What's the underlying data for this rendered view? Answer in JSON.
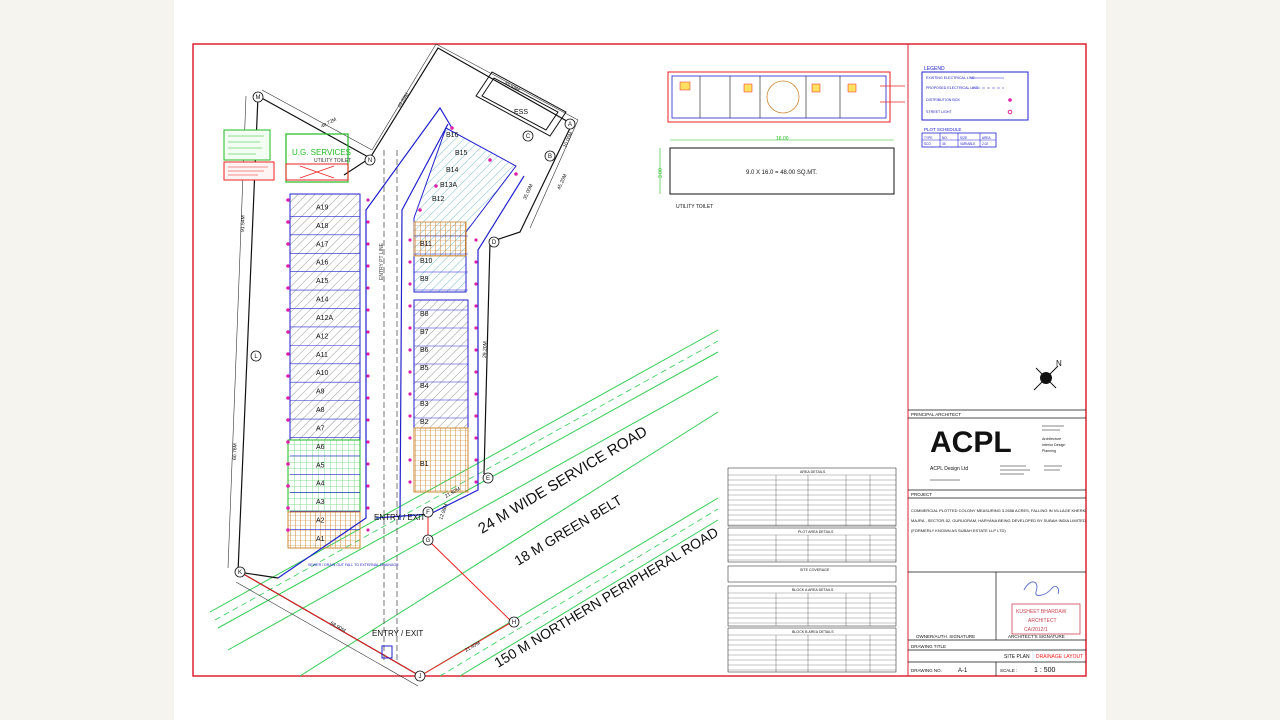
{
  "roads": {
    "service_road": "24  M  WIDE SERVICE ROAD",
    "green_belt": "18 M  GREEN BELT",
    "peripheral_road": "150 M   NORTHERN PERIPHERAL ROAD",
    "entry_exit": "ENTRY / EXIT",
    "entry_exit_2": "ENTRY / EXIT",
    "entry_pt_line": "ENTRY PT LINE",
    "ess": "ESS",
    "ug_services": "U.G. SERVICES",
    "utility_toilet": "UTILITY TOILET",
    "drain_note": "SEWER / DRAIN OUT FALL TO EXTERNAL DRAINAGE"
  },
  "survey_points": [
    "M",
    "N",
    "C",
    "A",
    "B",
    "D",
    "E",
    "F",
    "G",
    "H",
    "J",
    "K",
    "L"
  ],
  "dimensions": [
    "40.72M",
    "49.89M",
    "45.59M",
    "45.20M",
    "10.00M",
    "35.00M",
    "91.54M",
    "68.90M",
    "21.92M",
    "21.40M",
    "12.98M",
    "60.76M",
    "29.20M"
  ],
  "plots_a": [
    "A19",
    "A18",
    "A17",
    "A16",
    "A15",
    "A14",
    "A12A",
    "A12",
    "A11",
    "A10",
    "A9",
    "A8",
    "A7",
    "A6",
    "A5",
    "A4",
    "A3",
    "A2",
    "A1"
  ],
  "plots_b": [
    "B16",
    "B15",
    "B14",
    "B13A",
    "B12",
    "B11",
    "B10",
    "B9",
    "B8",
    "B7",
    "B6",
    "B5",
    "B4",
    "B3",
    "B2",
    "B1"
  ],
  "toilet": {
    "area": "9.0 X 16.0 = 48.00 SQ.MT.",
    "label": "UTILITY TOILET",
    "width_dim": "16.00",
    "height_dim": "3.00"
  },
  "legend": {
    "title": "LEGEND",
    "items": [
      "EXISTING ELECTRICAL LINE",
      "PROPOSED ELECTRICAL LINE",
      "DISTRIBUTION BOX",
      "STREET LIGHT"
    ]
  },
  "plot_schedule": {
    "title": "PLOT SCHEDULE",
    "headers": [
      "TYPE",
      "NO.",
      "SIZE",
      "AREA"
    ],
    "row": [
      "SCO",
      "35",
      "VARIABLE",
      "2.02"
    ]
  },
  "area_tables": {
    "t1_title": "AREA DETAILS",
    "t2_title": "PLOT AREA DETAILS",
    "t3_title": "BLOCK A AREA DETAILS",
    "t4_title": "BLOCK B AREA DETAILS",
    "t5_title": "SITE COVERAGE"
  },
  "title_block": {
    "principal_architect": "PRINCIPAL ARCHITECT",
    "logo": "ACPL",
    "company": "ACPL Design Ltd",
    "tagline_1": "Architecture",
    "tagline_2": "Interior Design",
    "tagline_3": "Planning",
    "project_label": "PROJECT",
    "project_line1": "COMMERCIAL PLOTTED COLONY MEASURING 3.2658 ACRES, FALLING IN VILLAGE KHERKI",
    "project_line2": "MAJRA , SECTOR-52, GURUGRAM, HARYANA BEING DEVELOPED BY SUBAH INDIA LIMITED",
    "project_line3": "(FORMERLY KNOWN AS SUBAH ESTATE LLP LTD)",
    "owner_sig": "OWNER/AUTH. SIGNATURE",
    "architect_sig": "ARCHITECT'S SIGNATURE",
    "stamp_line1": "KUSHEET BHARDAW",
    "stamp_line2": "ARCHITECT",
    "stamp_line3": "CA/2012/1",
    "drawing_title_label": "DRAWING TITLE",
    "drawing_title": "SITE PLAN",
    "drawing_title_red": "DRAINAGE LAYOUT",
    "drawing_no_label": "DRAWING NO.",
    "drawing_no": "A-1",
    "scale_label": "SCALE :",
    "scale": "1 : 500"
  },
  "colors": {
    "border": "#dd2233",
    "plot_blue": "#2222cc",
    "road_green": "#33cc55",
    "utility_green": "#22bb22",
    "accent_red": "#ee2222",
    "hatch_grey": "#9a9a9a",
    "ochre": "#cc8833"
  }
}
